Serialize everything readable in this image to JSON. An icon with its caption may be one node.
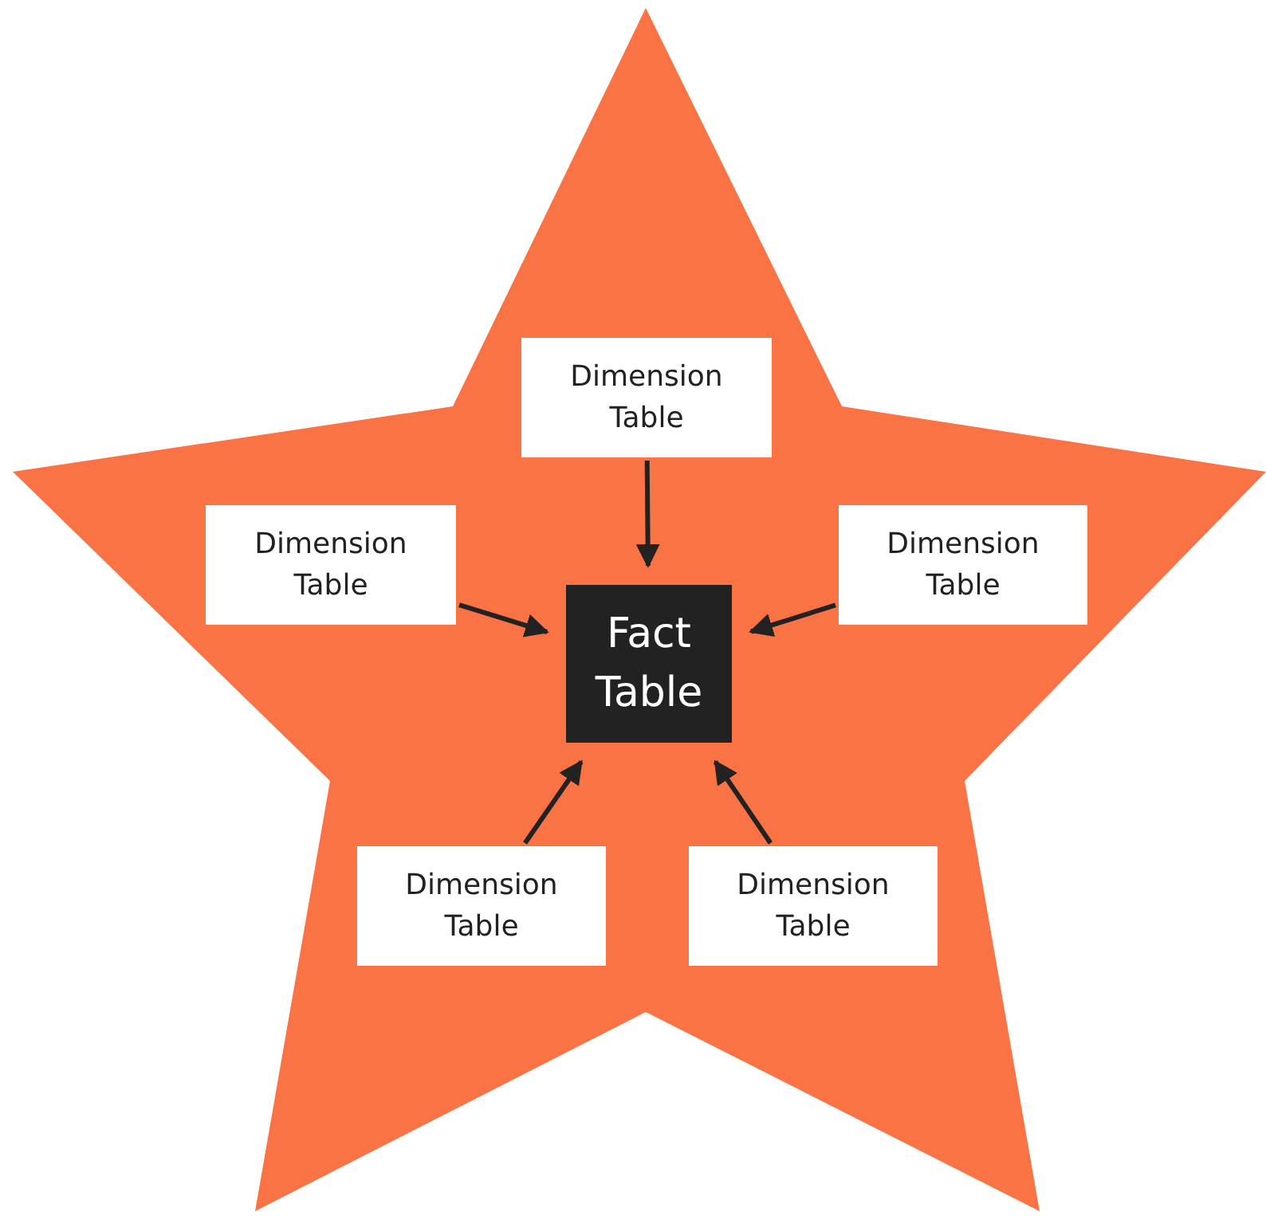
{
  "diagram": {
    "nodes": [
      {
        "text": [
          "Dimension Table"
        ]
      },
      {
        "text": [
          "Dimension Table"
        ]
      },
      {
        "text": [
          "Fact Table"
        ]
      },
      {
        "text": [
          "Dimension Table"
        ]
      },
      {
        "text": [
          "Dimension Table"
        ]
      },
      {
        "text": [
          "Dimension Table"
        ]
      }
    ],
    "edges": [
      {
        "from": 0,
        "to": 2,
        "arrow": "to"
      },
      {
        "from": 1,
        "to": 2,
        "arrow": "to"
      },
      {
        "from": 3,
        "to": 2,
        "arrow": "to"
      },
      {
        "from": 4,
        "to": 2,
        "arrow": "to"
      },
      {
        "from": 5,
        "to": 2,
        "arrow": "to"
      }
    ]
  }
}
